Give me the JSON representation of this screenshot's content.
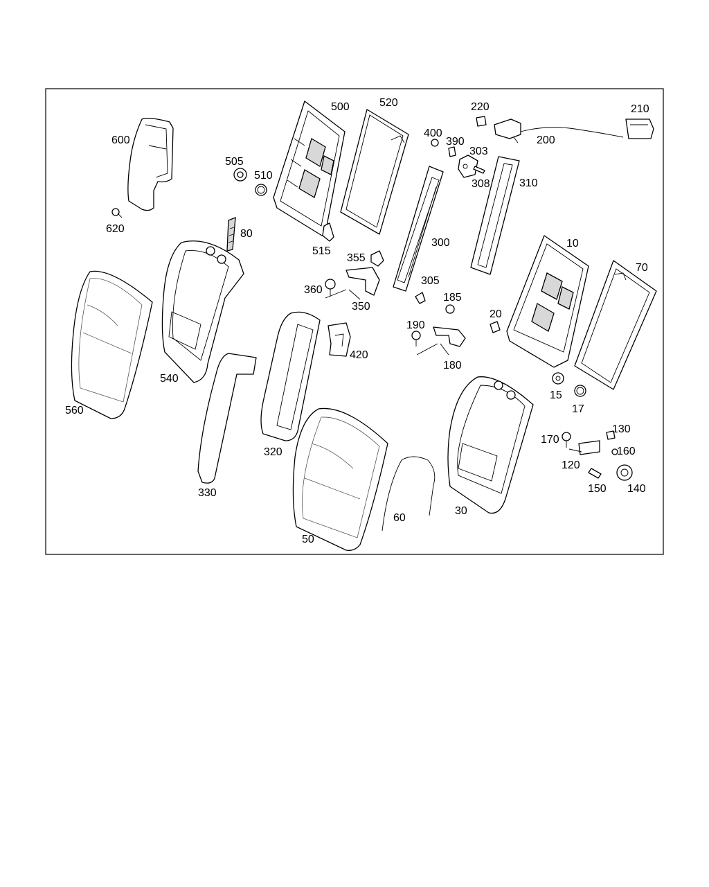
{
  "diagram": {
    "callouts": {
      "c600": "600",
      "c620": "620",
      "c505": "505",
      "c510": "510",
      "c80": "80",
      "c500": "500",
      "c520": "520",
      "c515": "515",
      "c540": "540",
      "c560": "560",
      "c400": "400",
      "c390": "390",
      "c303": "303",
      "c308": "308",
      "c220": "220",
      "c200": "200",
      "c210": "210",
      "c310": "310",
      "c300": "300",
      "c355": "355",
      "c360": "360",
      "c350": "350",
      "c305": "305",
      "c185": "185",
      "c190": "190",
      "c180": "180",
      "c420": "420",
      "c320": "320",
      "c330": "330",
      "c50": "50",
      "c60": "60",
      "c30": "30",
      "c10": "10",
      "c70": "70",
      "c20": "20",
      "c15": "15",
      "c17": "17",
      "c130": "130",
      "c170": "170",
      "c160": "160",
      "c120": "120",
      "c150": "150",
      "c140": "140"
    }
  }
}
